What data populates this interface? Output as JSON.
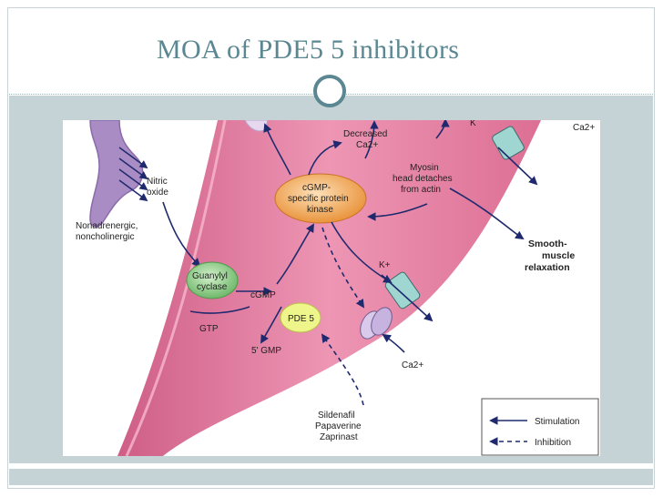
{
  "slide": {
    "title": "MOA of PDE5 5 inhibitors"
  },
  "diagram": {
    "labels": {
      "k_top": "K",
      "ca_top": "Ca2+",
      "decreased": "Decreased",
      "decreased_ca": "Ca2+",
      "nitric": "Nitric",
      "oxide": "oxide",
      "myosin1": "Myosin",
      "myosin2": "head detaches",
      "myosin3": "from actin",
      "kinase1": "cGMP-",
      "kinase2": "specific protein",
      "kinase3": "kinase",
      "nonadrenergic1": "Nonadrenergic,",
      "nonadrenergic2": "noncholinergic",
      "smooth1": "Smooth-",
      "smooth2": "muscle",
      "smooth3": "relaxation",
      "guanylyl1": "Guanylyl",
      "guanylyl2": "cyclase",
      "cgmp": "cGMP",
      "k_mid": "K+",
      "pde5": "PDE 5",
      "gtp": "GTP",
      "gmp": "5' GMP",
      "ca_bottom": "Ca2+",
      "drug1": "Sildenafil",
      "drug2": "Papaverine",
      "drug3": "Zaprinast"
    },
    "legend": {
      "stimulation": "Stimulation",
      "inhibition": "Inhibition"
    },
    "colors": {
      "title": "#5a8791",
      "band": "#c5d3d6",
      "cell": "#e06a92",
      "neuron": "#a98cc4",
      "kinase": "#f0a55a",
      "guanylyl": "#7fc27a",
      "pde5": "#e8f07a",
      "channel": "#9fd6d2",
      "arrow": "#1f2a6e"
    }
  }
}
